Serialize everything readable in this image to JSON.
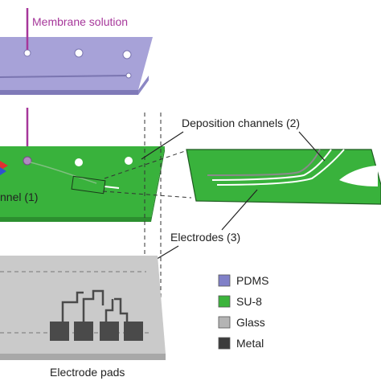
{
  "labels": {
    "membrane_solution": "Membrane solution",
    "deposition_channels": "Deposition channels (2)",
    "channel": "nnel (1)",
    "electrodes": "Electrodes (3)",
    "electrode_pads": "Electrode pads"
  },
  "legend": [
    {
      "label": "PDMS",
      "color": "#8080c8"
    },
    {
      "label": "SU-8",
      "color": "#3cb43c"
    },
    {
      "label": "Glass",
      "color": "#b4b4b4"
    },
    {
      "label": "Metal",
      "color": "#3c3c3c"
    }
  ],
  "colors": {
    "pdms": "#a7a2d8",
    "su8": "#39b23c",
    "glass": "#c8c8c8",
    "metal": "#4a4a4a",
    "membrane": "#a6379a"
  }
}
